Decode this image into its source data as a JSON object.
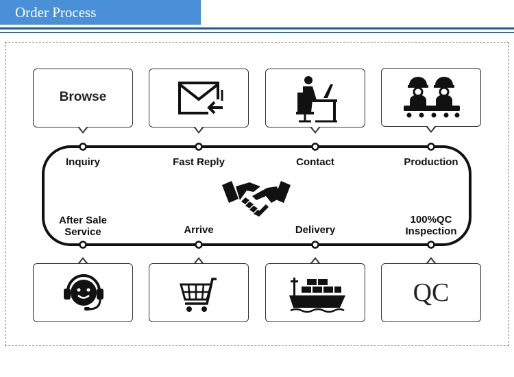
{
  "header": {
    "title": "Order Process"
  },
  "colors": {
    "header_bg": "#4a90d9",
    "rule": "#1e5a94",
    "ink": "#111111"
  },
  "top_cards": [
    {
      "text": "Browse",
      "icon": "browse-text"
    },
    {
      "icon": "envelope-reply-icon"
    },
    {
      "icon": "person-at-desk-icon"
    },
    {
      "icon": "factory-workers-icon"
    }
  ],
  "bottom_cards": [
    {
      "icon": "headset-agent-icon"
    },
    {
      "icon": "shopping-cart-icon"
    },
    {
      "icon": "cargo-ship-icon"
    },
    {
      "text": "QC",
      "icon": "qc-text"
    }
  ],
  "steps_top": [
    "Inquiry",
    "Fast Reply",
    "Contact",
    "Production"
  ],
  "steps_bottom": [
    {
      "line1": "After Sale",
      "line2": "Service"
    },
    {
      "line1": "Arrive",
      "line2": ""
    },
    {
      "line1": "Delivery",
      "line2": ""
    },
    {
      "line1": "100%QC",
      "line2": "Inspection"
    }
  ],
  "center_icon": "handshake-icon"
}
